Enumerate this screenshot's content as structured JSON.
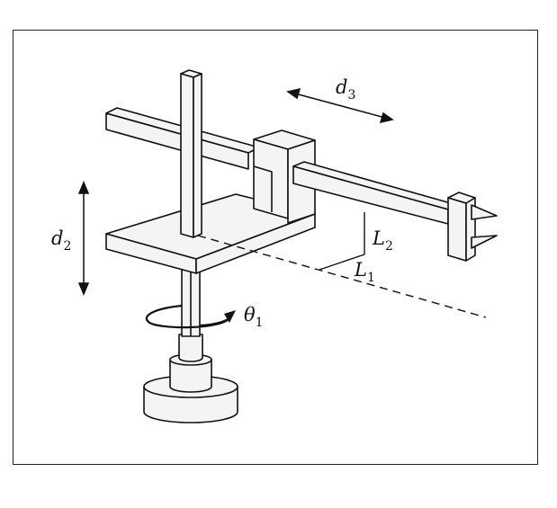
{
  "labels": {
    "d3": {
      "main": "d",
      "sub": "3"
    },
    "d2": {
      "main": "d",
      "sub": "2"
    },
    "theta1": {
      "main": "θ",
      "sub": "1"
    },
    "L2": {
      "main": "L",
      "sub": "2"
    },
    "L1": {
      "main": "L",
      "sub": "1"
    }
  },
  "colors": {
    "frame": "#222222",
    "body_fill": "#f4f4f4",
    "lines": "#111111"
  }
}
